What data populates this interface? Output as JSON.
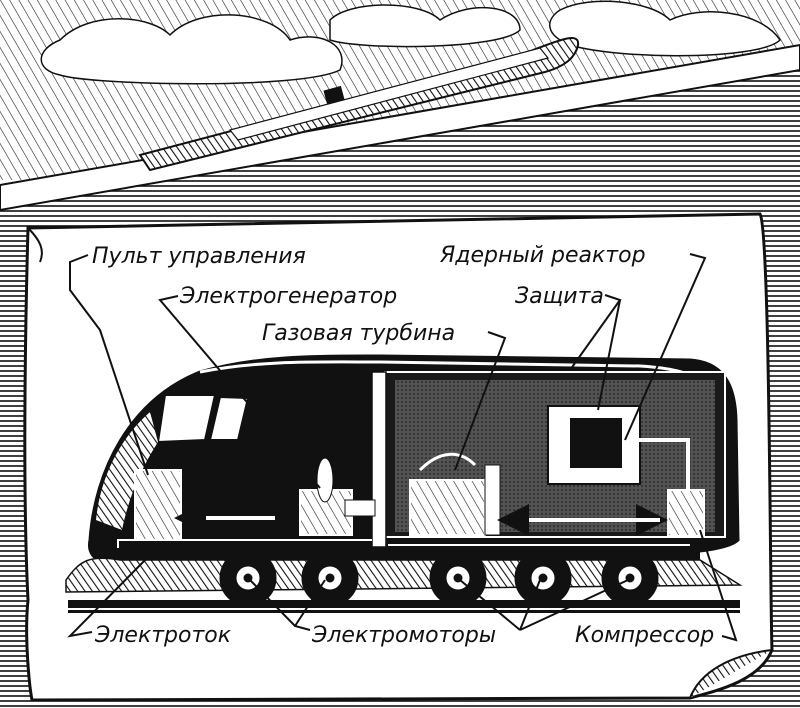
{
  "labels": {
    "control_panel": "Пульт управления",
    "generator": "Электрогенератор",
    "gas_turbine": "Газовая турбина",
    "reactor": "Ядерный реактор",
    "shield": "Защита",
    "current": "Электроток",
    "motors": "Электромоторы",
    "compressor": "Компрессор"
  },
  "colors": {
    "ink": "#111111",
    "paper": "#ffffff",
    "panel_gray": "#cfcfcf"
  }
}
